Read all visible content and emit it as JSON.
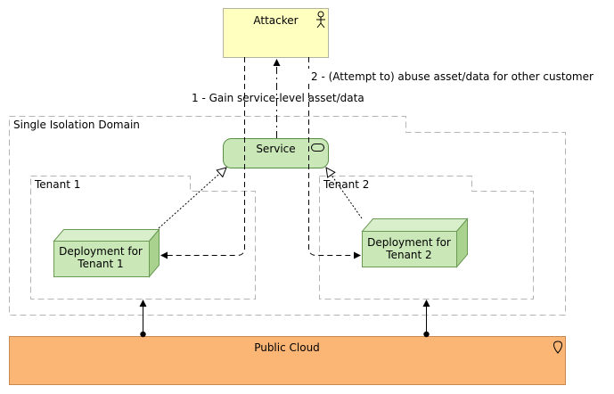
{
  "diagram": {
    "attacker": {
      "label": "Attacker",
      "icon": "actor-icon"
    },
    "edge_labels": {
      "gain": "1 - Gain service-level asset/data",
      "abuse": "2 - (Attempt to) abuse asset/data for other customer"
    },
    "isolation_domain": {
      "label": "Single Isolation Domain"
    },
    "service": {
      "label": "Service",
      "icon": "service-icon"
    },
    "tenants": [
      {
        "label": "Tenant 1",
        "node_label_line1": "Deployment for",
        "node_label_line2": "Tenant 1"
      },
      {
        "label": "Tenant 2",
        "node_label_line1": "Deployment for",
        "node_label_line2": "Tenant 2"
      }
    ],
    "public_cloud": {
      "label": "Public Cloud",
      "icon": "location-pin-icon"
    },
    "colors": {
      "attacker_fill": "#ffffc0",
      "attacker_stroke": "#b3b3a0",
      "service_fill": "#c9e7b7",
      "service_stroke": "#5a8f45",
      "node_fill": "#c9e7b7",
      "node_side": "#a9d28f",
      "node_stroke": "#6a9a55",
      "cloud_fill": "#fbb575",
      "cloud_stroke": "#c98a52",
      "group_stroke": "#b5b5b5"
    }
  }
}
